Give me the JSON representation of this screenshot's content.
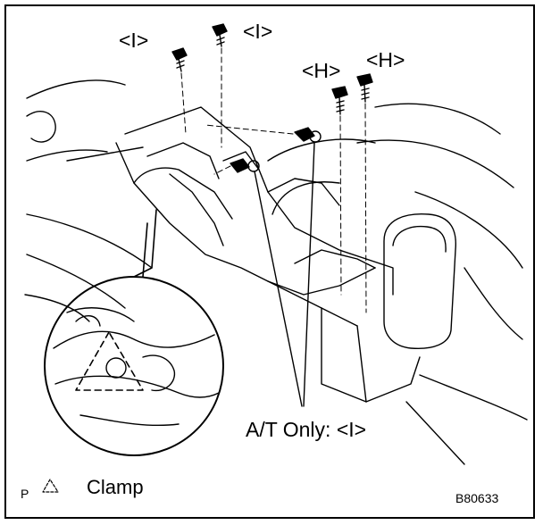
{
  "labels": {
    "bolt_i_left": "<I>",
    "bolt_i_right": "<I>",
    "bolt_h_left": "<H>",
    "bolt_h_right": "<H>",
    "at_only": "A/T Only: <I>",
    "legend_symbol": "Δ:",
    "legend_text": "Clamp",
    "page_marker": "P",
    "figure_code": "B80633"
  },
  "colors": {
    "line": "#000000",
    "background": "#ffffff"
  }
}
